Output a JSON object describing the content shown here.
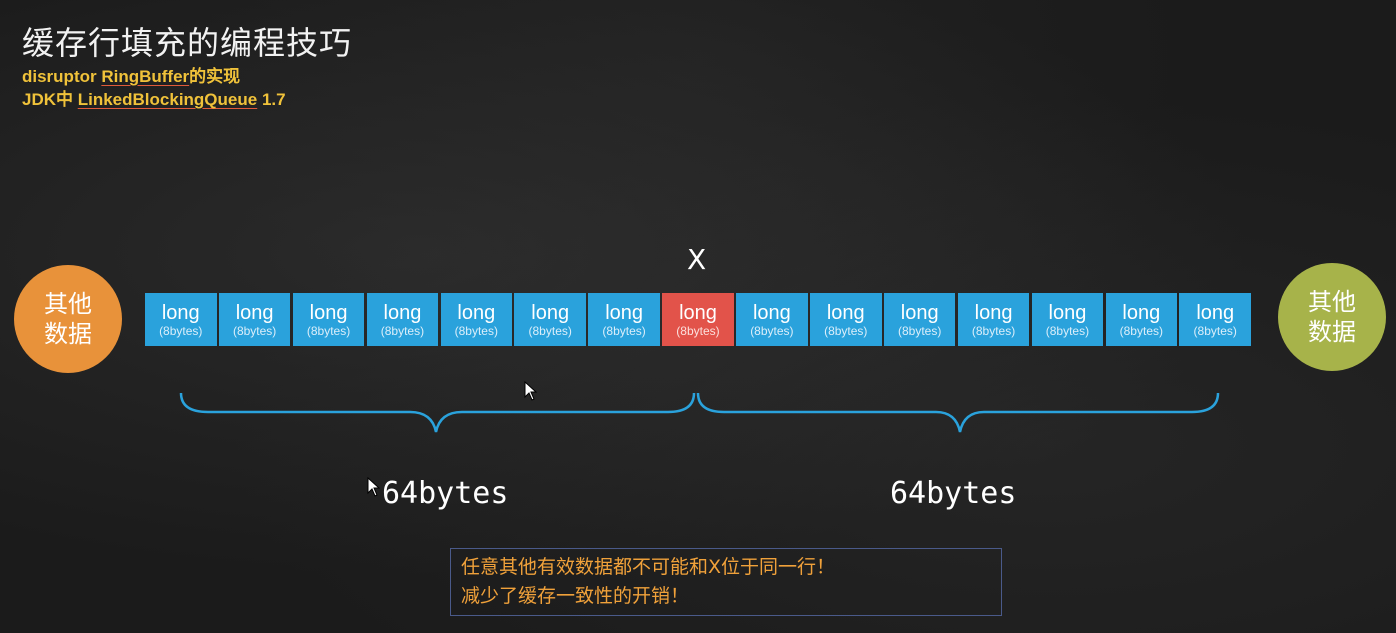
{
  "slide": {
    "title": "缓存行填充的编程技巧",
    "sub1_prefix": "disruptor ",
    "sub1_link": "RingBuffer",
    "sub1_suffix": "的实现",
    "sub2_prefix": "JDK中 ",
    "sub2_link": "LinkedBlockingQueue",
    "sub2_suffix": " 1.7"
  },
  "left_circle": {
    "line1": "其他",
    "line2": "数据",
    "color": "#e8923a"
  },
  "right_circle": {
    "line1": "其他",
    "line2": "数据",
    "color": "#a7b34a"
  },
  "x_label": "X",
  "cells": [
    {
      "name": "long",
      "size": "(8bytes)",
      "highlight": false
    },
    {
      "name": "long",
      "size": "(8bytes)",
      "highlight": false
    },
    {
      "name": "long",
      "size": "(8bytes)",
      "highlight": false
    },
    {
      "name": "long",
      "size": "(8bytes)",
      "highlight": false
    },
    {
      "name": "long",
      "size": "(8bytes)",
      "highlight": false
    },
    {
      "name": "long",
      "size": "(8bytes)",
      "highlight": false
    },
    {
      "name": "long",
      "size": "(8bytes)",
      "highlight": false
    },
    {
      "name": "long",
      "size": "(8bytes)",
      "highlight": true
    },
    {
      "name": "long",
      "size": "(8bytes)",
      "highlight": false
    },
    {
      "name": "long",
      "size": "(8bytes)",
      "highlight": false
    },
    {
      "name": "long",
      "size": "(8bytes)",
      "highlight": false
    },
    {
      "name": "long",
      "size": "(8bytes)",
      "highlight": false
    },
    {
      "name": "long",
      "size": "(8bytes)",
      "highlight": false
    },
    {
      "name": "long",
      "size": "(8bytes)",
      "highlight": false
    },
    {
      "name": "long",
      "size": "(8bytes)",
      "highlight": false
    }
  ],
  "brace_labels": {
    "left": "64bytes",
    "right": "64bytes"
  },
  "note": {
    "line1": "任意其他有效数据都不可能和X位于同一行！",
    "line2": "减少了缓存一致性的开销！"
  },
  "colors": {
    "cell": "#2aa2dc",
    "cell_highlight": "#e2534a",
    "subtitle": "#f0c23a",
    "note_text": "#f0a13a",
    "brace": "#2aa2dc"
  },
  "icons": [
    "mouse-cursor-icon"
  ]
}
